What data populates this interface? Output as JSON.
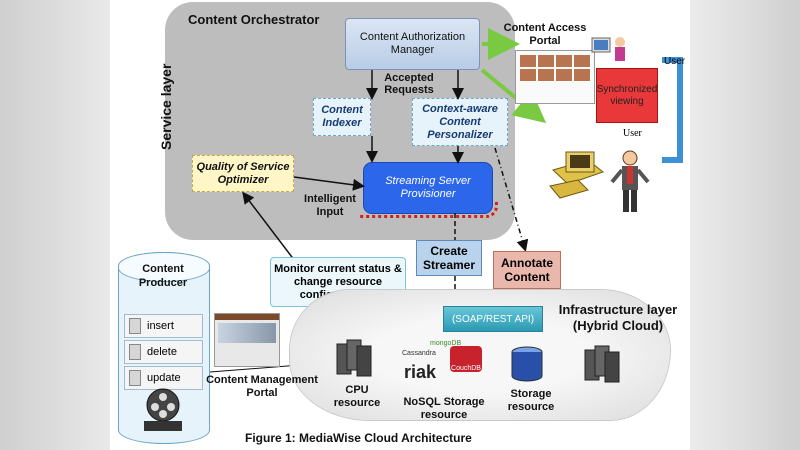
{
  "diagram": {
    "title": "Content Orchestrator",
    "service_layer": "Service layer",
    "nodes": {
      "content_authorization_manager": "Content Authorization Manager",
      "content_indexer": "Content Indexer",
      "context_aware_personalizer": "Context-aware Content Personalizer",
      "qos_optimizer": "Quality of Service Optimizer",
      "streaming_server_provisioner": "Streaming Server Provisioner",
      "create_streamer": "Create Streamer",
      "annotate_content": "Annotate Content",
      "monitor": "Monitor current status & change resource configurations",
      "soap_api": "(SOAP/REST API)"
    },
    "labels": {
      "accepted_requests": "Accepted Requests",
      "intelligent_input": "Intelligent Input",
      "content_access_portal": "Content Access Portal",
      "synchronized_viewing": "Synchronized viewing",
      "user_top": "User",
      "user": "User",
      "infrastructure_layer": "Infrastructure layer (Hybrid Cloud)",
      "content_management_portal": "Content Management Portal",
      "cpu_resource": "CPU resource",
      "nosql_storage": "NoSQL Storage resource",
      "storage_resource": "Storage resource"
    },
    "producer": {
      "title": "Content Producer",
      "ops": [
        "insert",
        "delete",
        "update"
      ]
    },
    "nosql_logos": [
      "mongoDB",
      "Cassandra",
      "riak",
      "CouchDB"
    ],
    "caption": "Figure 1: MediaWise Cloud Architecture"
  },
  "colors": {
    "service_bg": "#bdbdbd",
    "provisioner": "#2c66ea",
    "create_streamer": "#b9d3ec",
    "annotate": "#e9b7ac",
    "qos": "#fff6c8",
    "api": "#2b9ab3",
    "sync": "#e8383a"
  },
  "icons": [
    "server-icon",
    "database-icon",
    "film-reel-icon",
    "user-computer-icon",
    "person-icon",
    "webpage-thumbnail"
  ]
}
